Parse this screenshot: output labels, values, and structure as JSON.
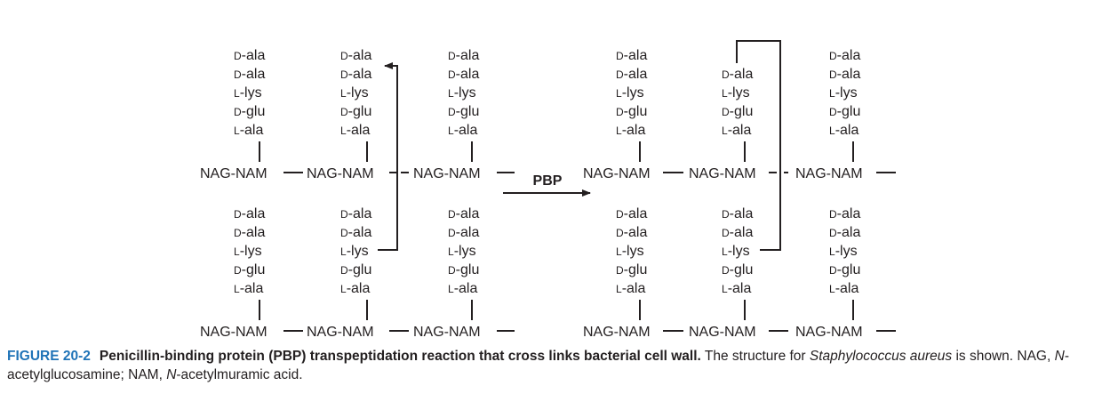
{
  "figure": {
    "columns": [
      {
        "upper_chain": [
          "D-ala",
          "D-ala",
          "L-lys",
          "D-glu",
          "L-ala"
        ],
        "lower_chain": [
          "D-ala",
          "D-ala",
          "L-lys",
          "D-glu",
          "L-ala"
        ],
        "upper_backbone": "NAG-NAM",
        "lower_backbone": "NAG-NAM"
      },
      {
        "upper_chain": [
          "D-ala",
          "D-ala",
          "L-lys",
          "D-glu",
          "L-ala"
        ],
        "lower_chain": [
          "D-ala",
          "D-ala",
          "L-lys",
          "D-glu",
          "L-ala"
        ],
        "upper_backbone": "NAG-NAM",
        "lower_backbone": "NAG-NAM"
      },
      {
        "upper_chain": [
          "D-ala",
          "D-ala",
          "L-lys",
          "D-glu",
          "L-ala"
        ],
        "lower_chain": [
          "D-ala",
          "D-ala",
          "L-lys",
          "D-glu",
          "L-ala"
        ],
        "upper_backbone": "NAG-NAM",
        "lower_backbone": "NAG-NAM"
      },
      {
        "upper_chain": [
          "D-ala",
          "D-ala",
          "L-lys",
          "D-glu",
          "L-ala"
        ],
        "lower_chain": [
          "D-ala",
          "D-ala",
          "L-lys",
          "D-glu",
          "L-ala"
        ],
        "upper_backbone": "NAG-NAM",
        "lower_backbone": "NAG-NAM"
      },
      {
        "upper_chain": [
          "",
          "D-ala",
          "L-lys",
          "D-glu",
          "L-ala"
        ],
        "lower_chain": [
          "D-ala",
          "D-ala",
          "L-lys",
          "D-glu",
          "L-ala"
        ],
        "upper_backbone": "NAG-NAM",
        "lower_backbone": "NAG-NAM"
      },
      {
        "upper_chain": [
          "D-ala",
          "D-ala",
          "L-lys",
          "D-glu",
          "L-ala"
        ],
        "lower_chain": [
          "D-ala",
          "D-ala",
          "L-lys",
          "D-glu",
          "L-ala"
        ],
        "upper_backbone": "NAG-NAM",
        "lower_backbone": "NAG-NAM"
      }
    ],
    "reaction_label": "PBP"
  },
  "caption": {
    "number": "FIGURE 20-2",
    "title": "Penicillin-binding protein (PBP) transpeptidation reaction that cross links bacterial cell wall.",
    "text_1": " The structure for ",
    "italic_1": "Staphylococcus aureus",
    "text_2": " is shown. NAG, ",
    "italic_2": "N",
    "text_3": "-acetylglucosamine; NAM, ",
    "italic_3": "N",
    "text_4": "-acetylmuramic acid."
  }
}
